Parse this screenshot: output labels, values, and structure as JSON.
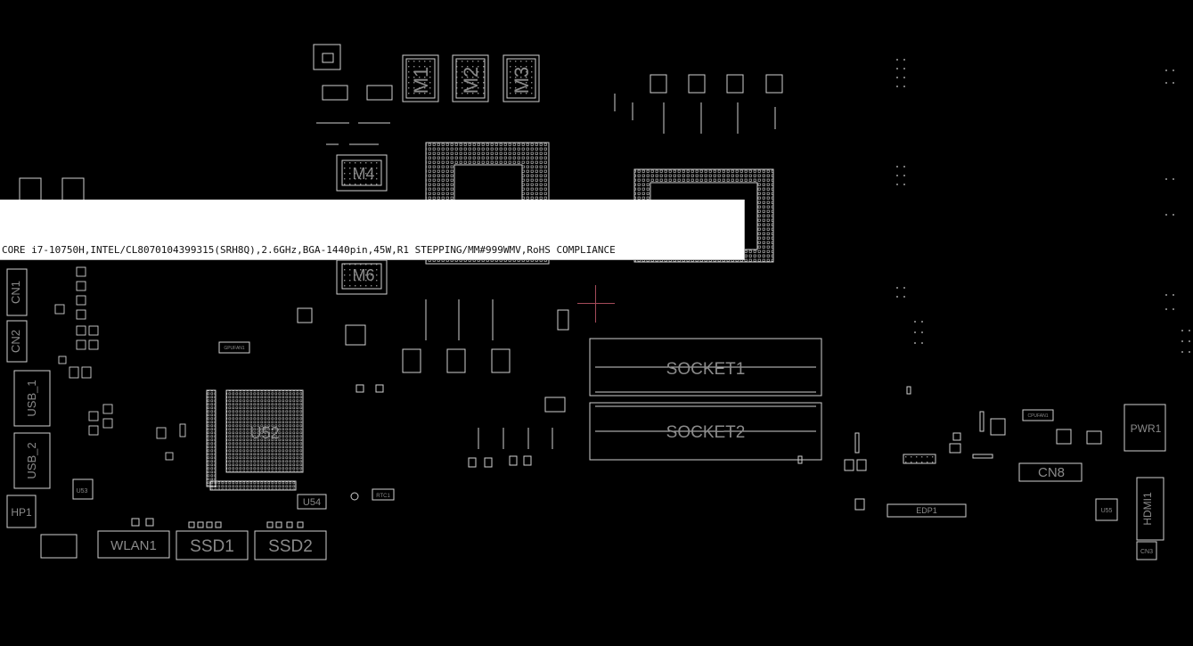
{
  "window": {
    "title": "Board Viewer"
  },
  "tooltip": {
    "text": "CORE i7-10750H,INTEL/CL8070104399315(SRH8Q),2.6GHz,BGA-1440pin,45W,R1 STEPPING/MM#999WMV,RoHS COMPLIANCE"
  },
  "colors": {
    "background": "#000000",
    "outline": "#cfcfcf",
    "cursor": "#a44b5a",
    "tooltip_bg": "#ffffff"
  },
  "components": {
    "m1": "M1",
    "m2": "M2",
    "m3": "M3",
    "m4": "M4",
    "m6": "M6",
    "socket1": "SOCKET1",
    "socket2": "SOCKET2",
    "u52": "U52",
    "u54": "U54",
    "u53": "U53",
    "u55": "U55",
    "usb1": "USB_1",
    "usb2": "USB_2",
    "cn1": "CN1",
    "cn2": "CN2",
    "hp1": "HP1",
    "wlan1": "WLAN1",
    "ssd1": "SSD1",
    "ssd2": "SSD2",
    "pwr1": "PWR1",
    "cn8": "CN8",
    "hdmi1": "HDMI1",
    "edp1": "EDP1",
    "cn3": "CN3",
    "rtc1": "RTC1",
    "cpufan1": "CPUFAN1",
    "gpufan1": "GPUFAN1"
  }
}
